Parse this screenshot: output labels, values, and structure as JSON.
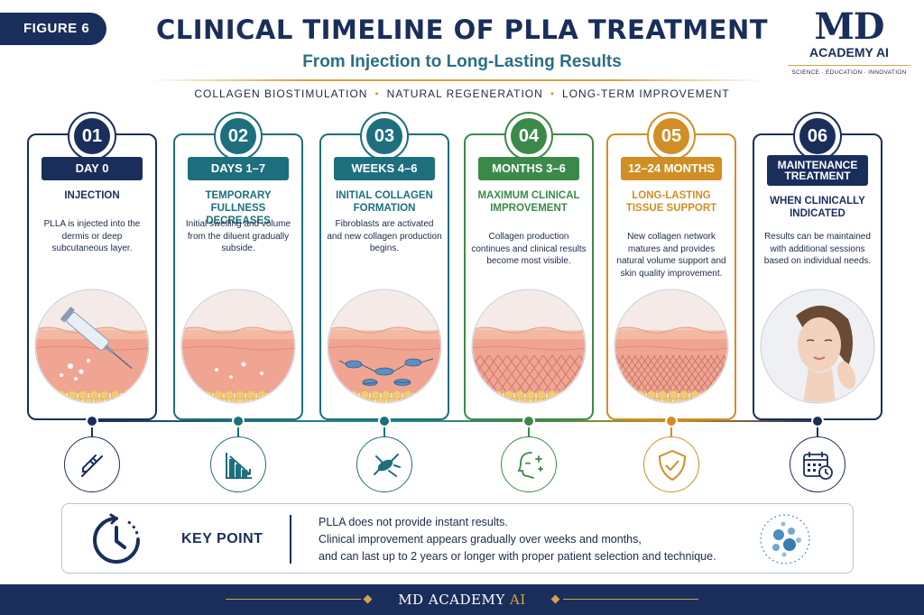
{
  "figure_tag": "FIGURE 6",
  "title": "CLINICAL TIMELINE OF PLLA TREATMENT",
  "subtitle": "From Injection to Long-Lasting Results",
  "tagline": [
    "COLLAGEN BIOSTIMULATION",
    "NATURAL REGENERATION",
    "LONG-TERM IMPROVEMENT"
  ],
  "logo": {
    "mark": "MD",
    "name": "ACADEMY AI",
    "tagline": "SCIENCE · EDUCATION · INNOVATION"
  },
  "stages": [
    {
      "number": "01",
      "label": "DAY 0",
      "heading": "INJECTION",
      "description": "PLLA is injected into the dermis or deep subcutaneous layer.",
      "color": "#1a2e5c",
      "icon": "syringe-icon"
    },
    {
      "number": "02",
      "label": "DAYS 1–7",
      "heading": "TEMPORARY FULLNESS DECREASES",
      "description": "Initial swelling and volume from the diluent gradually subside.",
      "color": "#1d6f7d",
      "icon": "decreasing-chart-icon"
    },
    {
      "number": "03",
      "label": "WEEKS 4–6",
      "heading": "INITIAL COLLAGEN FORMATION",
      "description": "Fibroblasts are activated and new collagen production begins.",
      "color": "#1d6f7d",
      "icon": "fibroblast-icon"
    },
    {
      "number": "04",
      "label": "MONTHS 3–6",
      "heading": "MAXIMUM CLINICAL IMPROVEMENT",
      "description": "Collagen production continues and clinical results become most visible.",
      "color": "#3b8a4a",
      "icon": "face-sparkle-icon"
    },
    {
      "number": "05",
      "label": "12–24 MONTHS",
      "heading": "LONG-LASTING TISSUE SUPPORT",
      "description": "New collagen network matures and provides natural volume support and skin quality improvement.",
      "color": "#d18e24",
      "icon": "shield-check-icon"
    },
    {
      "number": "06",
      "label": "MAINTENANCE TREATMENT",
      "heading": "WHEN CLINICALLY INDICATED",
      "description": "Results can be maintained with additional sessions based on individual needs.",
      "color": "#1a2e5c",
      "icon": "calendar-clock-icon"
    }
  ],
  "key_point": {
    "title": "KEY POINT",
    "lines": [
      "PLLA does not provide instant results.",
      "Clinical improvement appears gradually over weeks and months,",
      "and can last up to 2 years or longer with proper patient selection and technique."
    ]
  },
  "footer": {
    "brand": "MD ACADEMY",
    "brand_ai": "AI"
  }
}
